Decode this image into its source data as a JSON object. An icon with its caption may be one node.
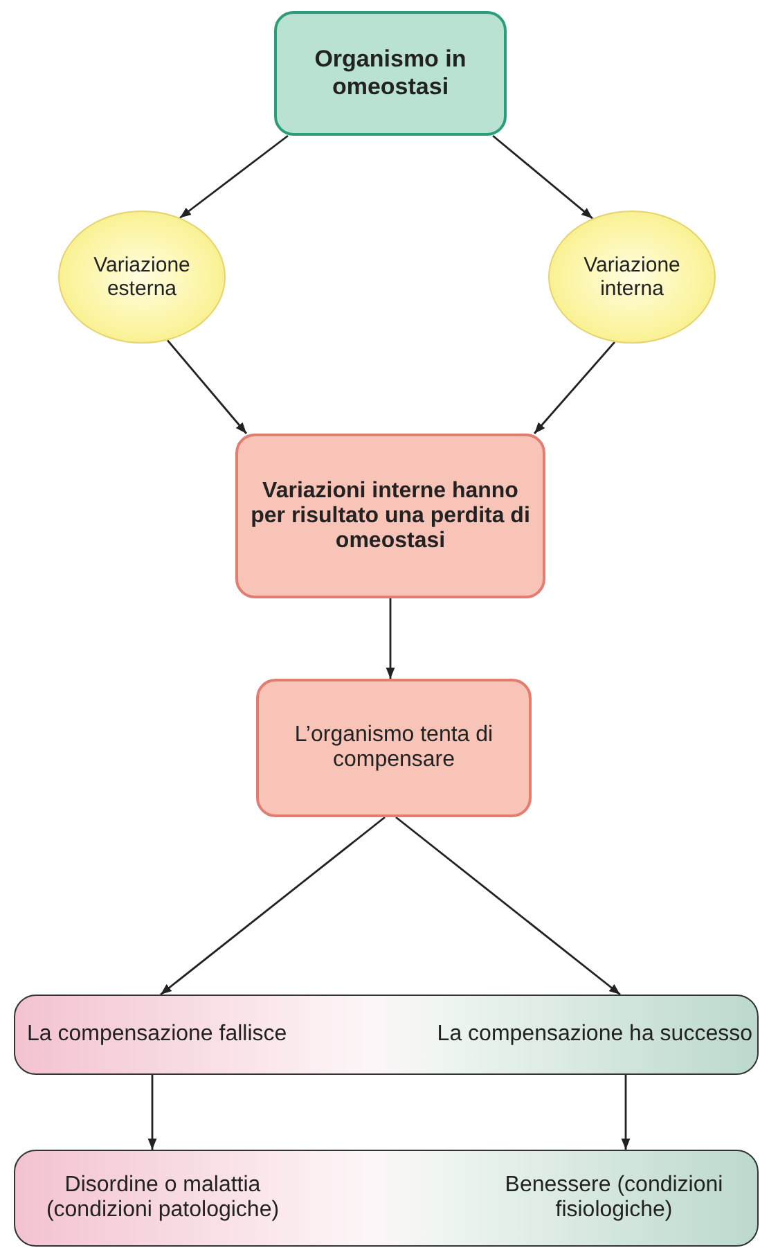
{
  "diagram": {
    "nodes": [
      {
        "text": [
          "Organismo in omeostasi"
        ]
      },
      {
        "text": [
          "Variazione esterna"
        ]
      },
      {
        "text": [
          "Variazione interna"
        ]
      },
      {
        "text": [
          "Variazioni interne hanno per risultato una perdita di omeostasi"
        ]
      },
      {
        "text": [
          "L’organismo tenta di compensare"
        ]
      },
      {
        "text": [],
        "shape": "bar"
      },
      {
        "text": [
          "La compensazione fallisce"
        ],
        "in": 5
      },
      {
        "text": [
          "La compensazione ha successo"
        ],
        "in": 5
      },
      {
        "text": [],
        "shape": "bar"
      },
      {
        "text": [
          "Disordine o malattia (condizioni patologiche)"
        ],
        "in": 8
      },
      {
        "text": [
          "Benessere (condizioni fisiologiche)"
        ],
        "in": 8
      }
    ],
    "edges": [
      {
        "from": 0,
        "to": 1,
        "arrow": "to"
      },
      {
        "from": 0,
        "to": 2,
        "arrow": "to"
      },
      {
        "from": 1,
        "to": 3,
        "arrow": "to"
      },
      {
        "from": 2,
        "to": 3,
        "arrow": "to"
      },
      {
        "from": 3,
        "to": 4,
        "arrow": "to"
      },
      {
        "from": 4,
        "to": 6,
        "arrow": "to"
      },
      {
        "from": 4,
        "to": 7,
        "arrow": "to"
      },
      {
        "from": 6,
        "to": 9,
        "arrow": "to"
      },
      {
        "from": 7,
        "to": 10,
        "arrow": "to"
      }
    ]
  }
}
